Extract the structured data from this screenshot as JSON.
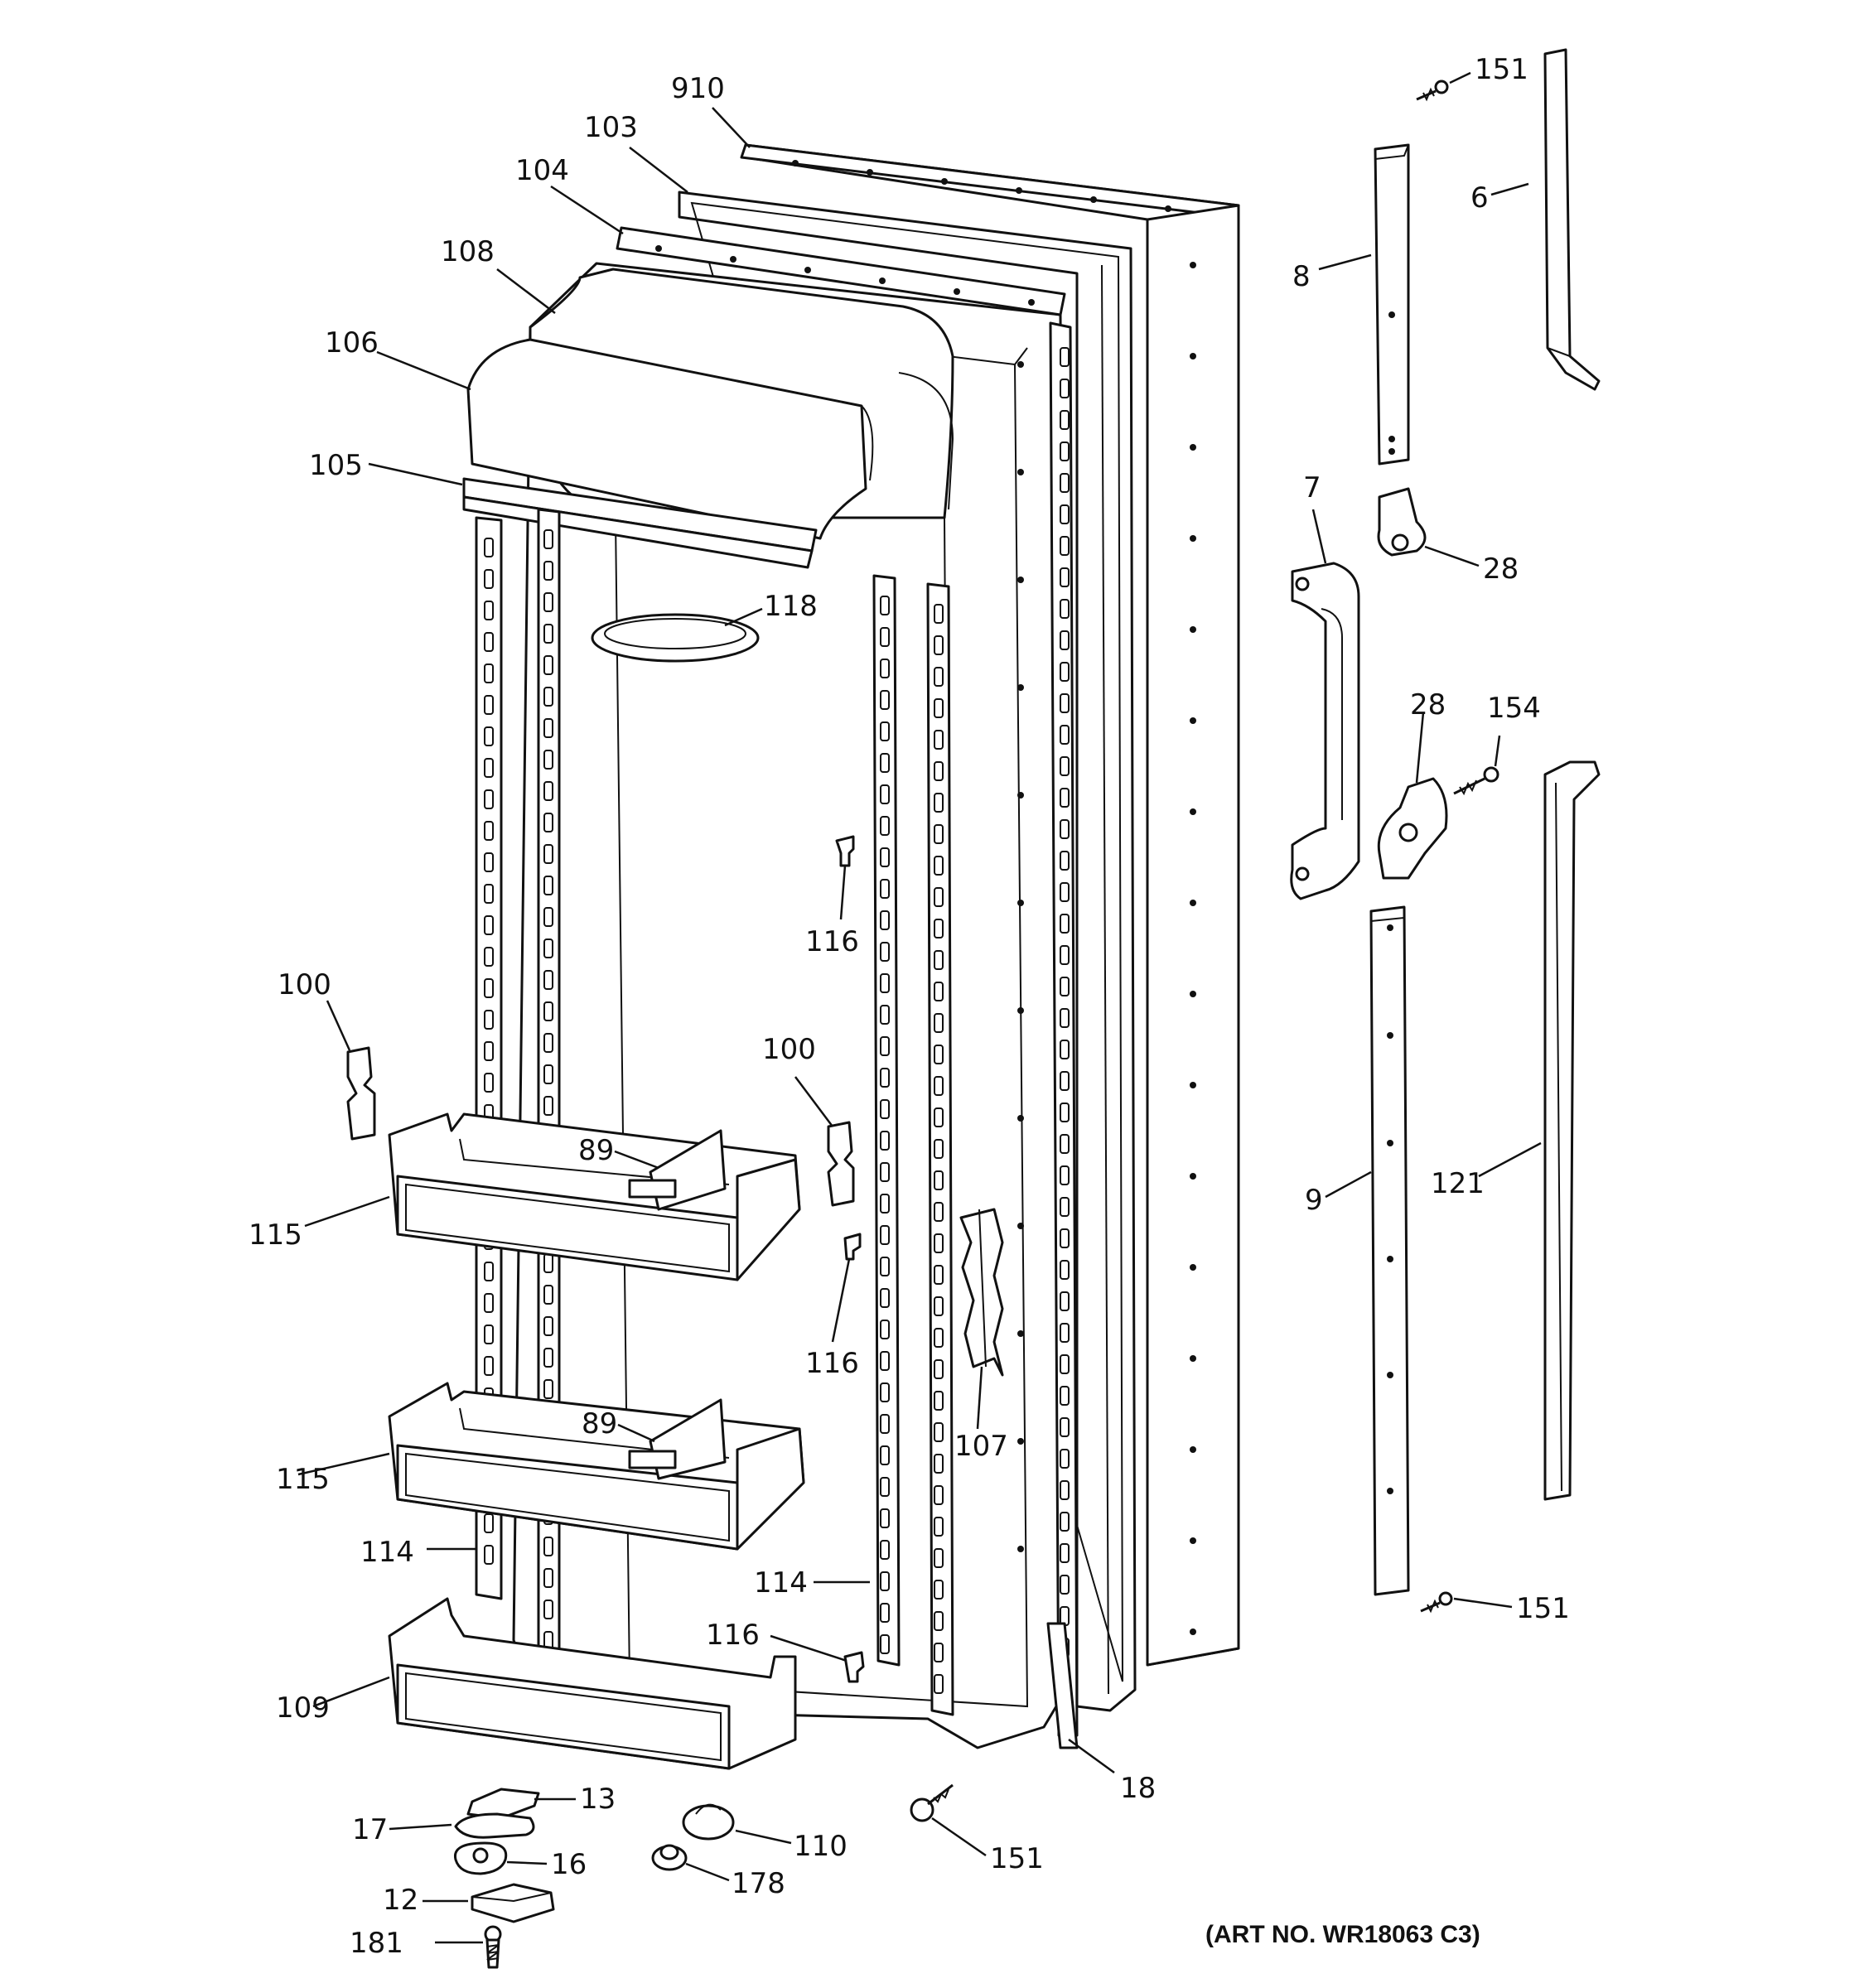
{
  "diagram": {
    "art_number": "(ART NO. WR18063 C3)",
    "callouts": {
      "p910": "910",
      "p103": "103",
      "p104": "104",
      "p108": "108",
      "p106": "106",
      "p105": "105",
      "p118": "118",
      "p116a": "116",
      "p116b": "116",
      "p116c": "116",
      "p100a": "100",
      "p100b": "100",
      "p89a": "89",
      "p89b": "89",
      "p115a": "115",
      "p115b": "115",
      "p114a": "114",
      "p114b": "114",
      "p107": "107",
      "p109": "109",
      "p13": "13",
      "p17": "17",
      "p16": "16",
      "p12": "12",
      "p181": "181",
      "p110": "110",
      "p178": "178",
      "p151a": "151",
      "p151b": "151",
      "p151c": "151",
      "p18": "18",
      "p6": "6",
      "p8": "8",
      "p7": "7",
      "p28a": "28",
      "p28b": "28",
      "p154": "154",
      "p9": "9",
      "p121": "121"
    }
  }
}
